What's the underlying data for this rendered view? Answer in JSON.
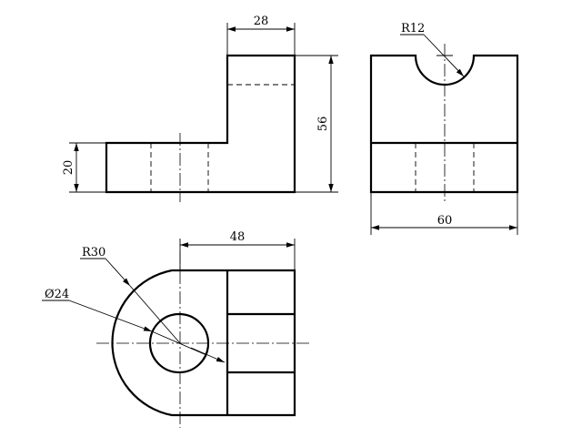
{
  "dimensions": {
    "front_width_top": "28",
    "front_height_total": "56",
    "front_height_base": "20",
    "side_radius": "R12",
    "side_width": "60",
    "top_width": "48",
    "top_radius": "R30",
    "top_hole": "Ø24"
  }
}
